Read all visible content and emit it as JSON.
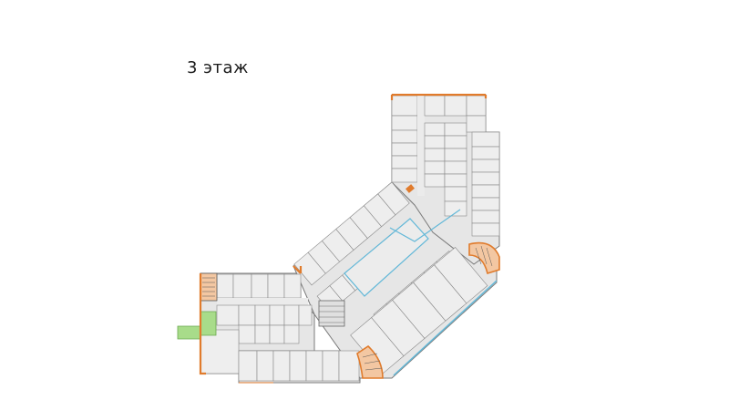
{
  "title": "3 этаж",
  "colors": {
    "background": "#ffffff",
    "slab": "#e6e6e6",
    "room": "#eeeeee",
    "room_stroke": "#888888",
    "corridor": "#ebebeb",
    "facade": "#e07b2c",
    "glazing": "#63b8d8",
    "outdoor": "#a8dc8a",
    "stair_fill": "#f3c7a2"
  },
  "wings": [
    {
      "id": "north-wing",
      "rooms_west": 8,
      "rooms_east_inner": 8,
      "rooms_east_outer": 7
    },
    {
      "id": "diagonal-wing",
      "rooms_outer": 7,
      "rooms_inner": 6
    },
    {
      "id": "west-wing",
      "rooms_north": 5,
      "rooms_south": 7
    },
    {
      "id": "south-wing",
      "rooms_large": 5
    }
  ]
}
